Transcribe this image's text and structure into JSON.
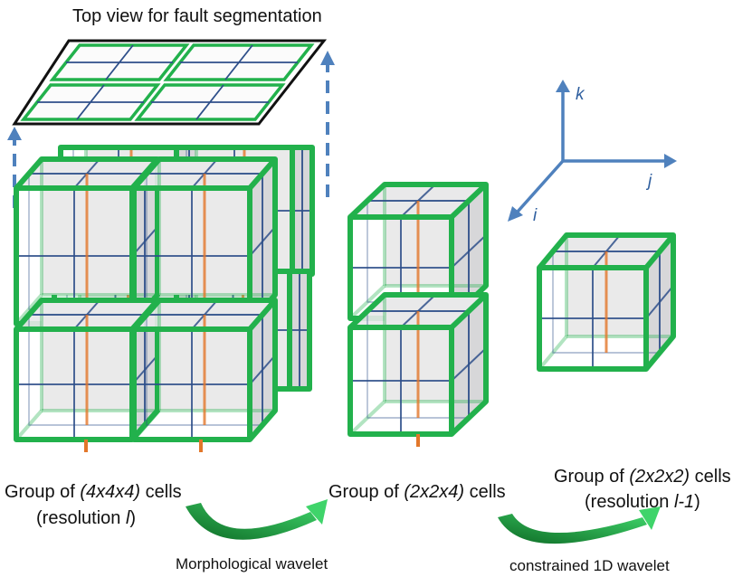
{
  "top_view": {
    "title": "Top view for fault segmentation"
  },
  "axes": {
    "k": "k",
    "j": "j",
    "i": "i"
  },
  "groups": [
    {
      "prefix": "Group of ",
      "dims": "(4x4x4)",
      "suffix": " cells",
      "res_open": "(resolution ",
      "res_var": "l",
      "res_close": ")"
    },
    {
      "prefix": "Group of ",
      "dims": "(2x2x4)",
      "suffix": " cells"
    },
    {
      "prefix": "Group of ",
      "dims": "(2x2x2)",
      "suffix": " cells",
      "res_open": "(resolution ",
      "res_var": "l-1",
      "res_close": ")"
    }
  ],
  "transforms": [
    {
      "label": "Morphological wavelet"
    },
    {
      "label": "constrained 1D wavelet"
    }
  ],
  "colors": {
    "frame_green": "#22b14c",
    "grid_blue": "#2e4f8a",
    "fault_orange": "#e2772a",
    "arrow_blue": "#4f81bd",
    "arrow_green": "#1e9e3f"
  }
}
